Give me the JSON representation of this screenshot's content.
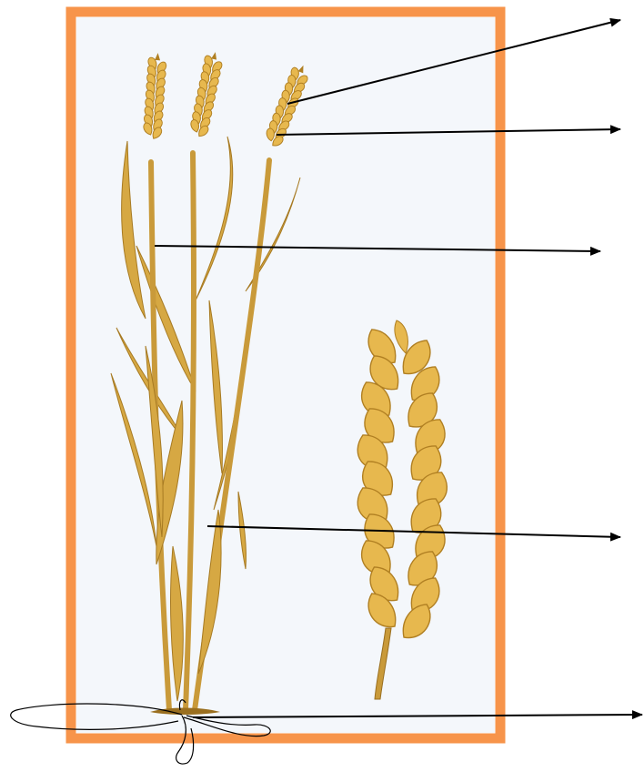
{
  "colors": {
    "frame": "#f7944a",
    "panel": "#f4f7fb",
    "stem": "#c99a3a",
    "stem_dark": "#9a6f1f",
    "leaf": "#d6a843",
    "leaf_dark": "#a77a22",
    "grain": "#e7b84e",
    "grain_dark": "#b07f22",
    "arrow": "#000000"
  },
  "diagram": {
    "subject": "wheat plant",
    "label_arrows": [
      {
        "id": "spikelet"
      },
      {
        "id": "ear"
      },
      {
        "id": "stem"
      },
      {
        "id": "leaf"
      },
      {
        "id": "root"
      }
    ],
    "label_texts": []
  }
}
